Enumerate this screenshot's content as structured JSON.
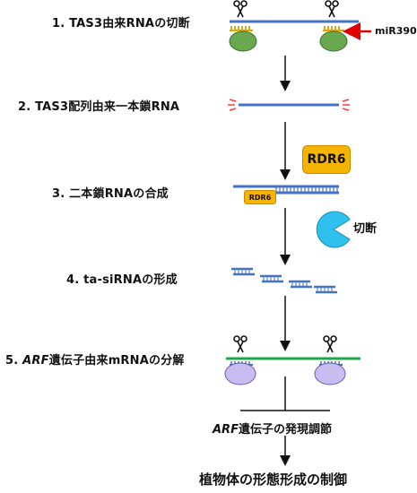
{
  "steps": {
    "s1": "1. TAS3由来RNAの切断",
    "s2": "2. TAS3配列由来一本鎖RNA",
    "s3": "3. 二本鎖RNAの合成",
    "s4": "4. ta-siRNAの形成",
    "s5_num": "5. ",
    "s5_italic": "ARF",
    "s5_rest": "遺伝子由来mRNAの分解"
  },
  "labels": {
    "mir390": "miR390",
    "rdr6": "RDR6",
    "rdr6_small": "RDR6",
    "cut": "切断",
    "arf_italic": "ARF",
    "arf_rest": "遺伝子の発現調節",
    "final": "植物体の形態形成の制御"
  },
  "colors": {
    "rna_blue": "#4472c4",
    "mrna_green": "#1aa84a",
    "ago_green": "#6aa84f",
    "ago_purple": "#c9bcf0",
    "rdr6_orange": "#f6b400",
    "dicer_cyan": "#2fc1ee",
    "cut_red": "#ff3b3b",
    "arrow_red": "#e00000"
  },
  "icons": [
    "scissors-icon",
    "dicer-pacman-icon",
    "argonaute-blob-icon",
    "cleavage-mark-icon"
  ]
}
